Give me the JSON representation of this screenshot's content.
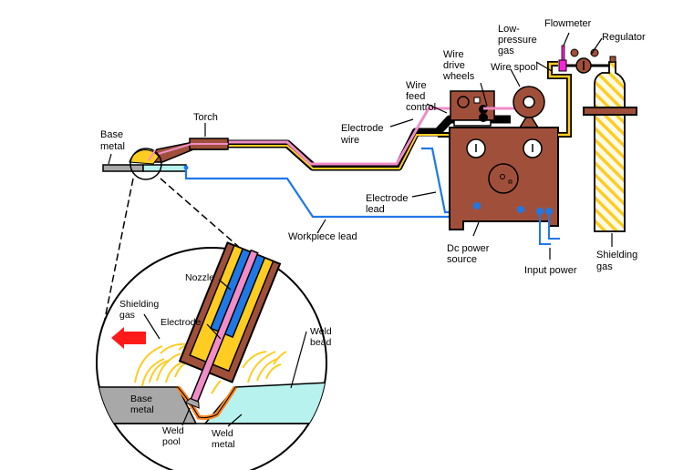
{
  "title": "Gas metal arc welding (GMAW) equipment diagram",
  "colors": {
    "power_source": "#a0503a",
    "electrode_wire": "#f08cc8",
    "gas_hose": "#ffcc22",
    "leads": "#1f78e6",
    "flowmeter": "#ff22dd",
    "base_metal": "#a8a8a8",
    "weld_metal": "#b8f2ee",
    "weld_pool": "#ff8820",
    "arrow": "#ff1a1a"
  },
  "labels": {
    "base_metal": [
      "Base",
      "metal"
    ],
    "torch": "Torch",
    "electrode_wire": [
      "Electrode",
      "wire"
    ],
    "electrode_lead": [
      "Electrode",
      "lead"
    ],
    "workpiece_lead": "Workpiece lead",
    "wire_feed_control": [
      "Wire",
      "feed",
      "control"
    ],
    "wire_drive_wheels": [
      "Wire",
      "drive",
      "wheels"
    ],
    "wire_spool": "Wire spool",
    "low_pressure_gas": [
      "Low-",
      "pressure",
      "gas"
    ],
    "flowmeter": "Flowmeter",
    "regulator": "Regulator",
    "dc_power_source": [
      "Dc power",
      "source"
    ],
    "input_power": "Input power",
    "shielding_gas_cylinder": [
      "Shielding",
      "gas"
    ]
  },
  "detail": {
    "nozzle": "Nozzle",
    "electrode": "Electrode",
    "shielding_gas": [
      "Shielding",
      "gas"
    ],
    "weld_bead": [
      "Weld",
      "bead"
    ],
    "base_metal": [
      "Base",
      "metal"
    ],
    "weld_pool": [
      "Weld",
      "pool"
    ],
    "weld_metal": [
      "Weld",
      "metal"
    ]
  }
}
